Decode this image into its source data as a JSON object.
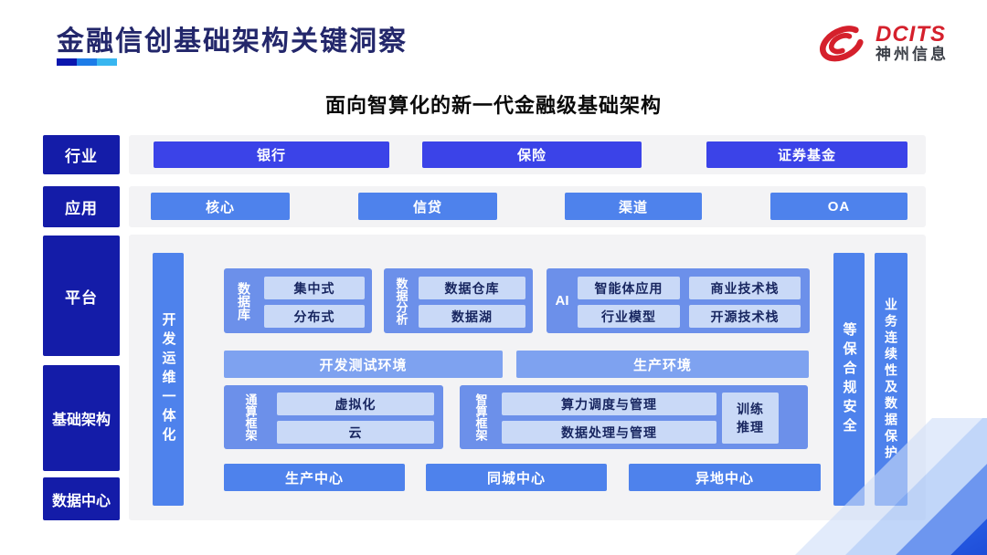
{
  "header": {
    "title": "金融信创基础架构关键洞察",
    "logo": {
      "brand": "DCITS",
      "company": "神州信息"
    }
  },
  "subtitle": "面向智算化的新一代金融级基础架构",
  "row_labels": {
    "industry": "行业",
    "application": "应用",
    "platform": "平台",
    "infrastructure": "基础架构",
    "datacenter": "数据中心"
  },
  "industry_row": {
    "bank": "银行",
    "insurance": "保险",
    "securities": "证券基金"
  },
  "application_row": {
    "core": "核心",
    "credit": "信贷",
    "channel": "渠道",
    "oa": "OA"
  },
  "platform": {
    "devops_bar": "开发运维一体化",
    "database": {
      "label": "数据库",
      "items": [
        "集中式",
        "分布式"
      ]
    },
    "analytics": {
      "label": "数据分析",
      "items": [
        "数据仓库",
        "数据湖"
      ]
    },
    "ai": {
      "label": "AI",
      "items": [
        "智能体应用",
        "商业技术栈",
        "行业模型",
        "开源技术栈"
      ]
    },
    "environments": [
      "开发测试环境",
      "生产环境"
    ],
    "general_compute": {
      "label": "通算框架",
      "items": [
        "虚拟化",
        "云"
      ]
    },
    "intelligent_compute": {
      "label": "智算框架",
      "items": [
        "算力调度与管理",
        "数据处理与管理"
      ],
      "side": "训练\n推理"
    },
    "centers": [
      "生产中心",
      "同城中心",
      "异地中心"
    ],
    "security_bar": "等保合规安全",
    "continuity_bar": "业务连续性及数据保护"
  },
  "colors": {
    "title_navy": "#23276B",
    "label_navy": "#141CA8",
    "primary_blue": "#3B43E8",
    "mid_blue": "#4E82EC",
    "group_blue": "#6C90EA",
    "env_blue": "#7EA2F0",
    "chip_light": "#C9D9F7",
    "chip_text": "#17255F",
    "strip_gray": "#F3F3F5",
    "logo_red": "#D5202C",
    "underline_a": "#0B16AE",
    "underline_b": "#1D7CE8",
    "underline_c": "#38B6F0"
  }
}
